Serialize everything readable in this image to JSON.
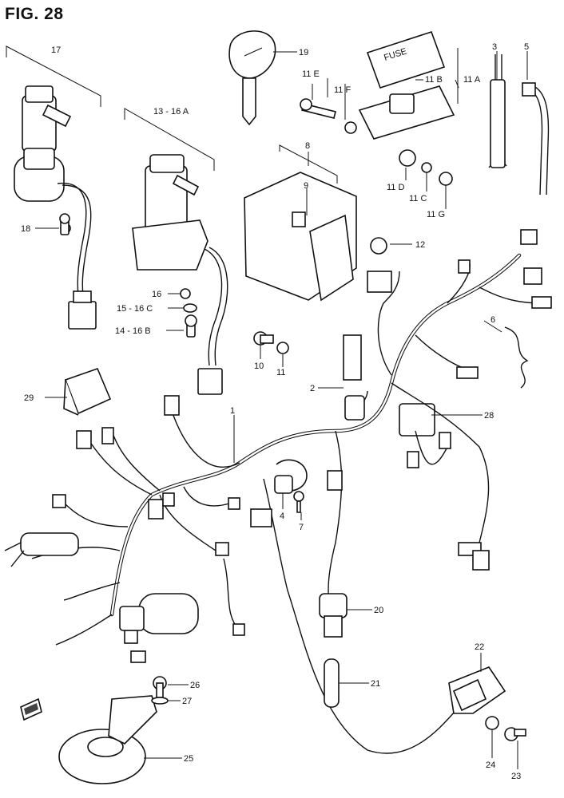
{
  "figure": {
    "title": "FIG. 28"
  },
  "callouts": {
    "c17": "17",
    "c13_16a": "13 - 16 A",
    "c18": "18",
    "c16": "16",
    "c15_16c": "15 - 16 C",
    "c14_16b": "14 - 16 B",
    "c19": "19",
    "c11e": "11 E",
    "c11f": "11 F",
    "c11b": "11 B",
    "c11a": "11 A",
    "c11d": "11 D",
    "c11c": "11 C",
    "c11g": "11 G",
    "c8": "8",
    "c9": "9",
    "c3": "3",
    "c5": "5",
    "c12": "12",
    "c6": "6",
    "c10": "10",
    "c11": "11",
    "c2": "2",
    "c28": "28",
    "c29": "29",
    "c1": "1",
    "c4": "4",
    "c7": "7",
    "c20": "20",
    "c21": "21",
    "c22": "22",
    "c26": "26",
    "c27": "27",
    "c25": "25",
    "c24": "24",
    "c23": "23"
  },
  "fuse_box_label": "FUSE"
}
